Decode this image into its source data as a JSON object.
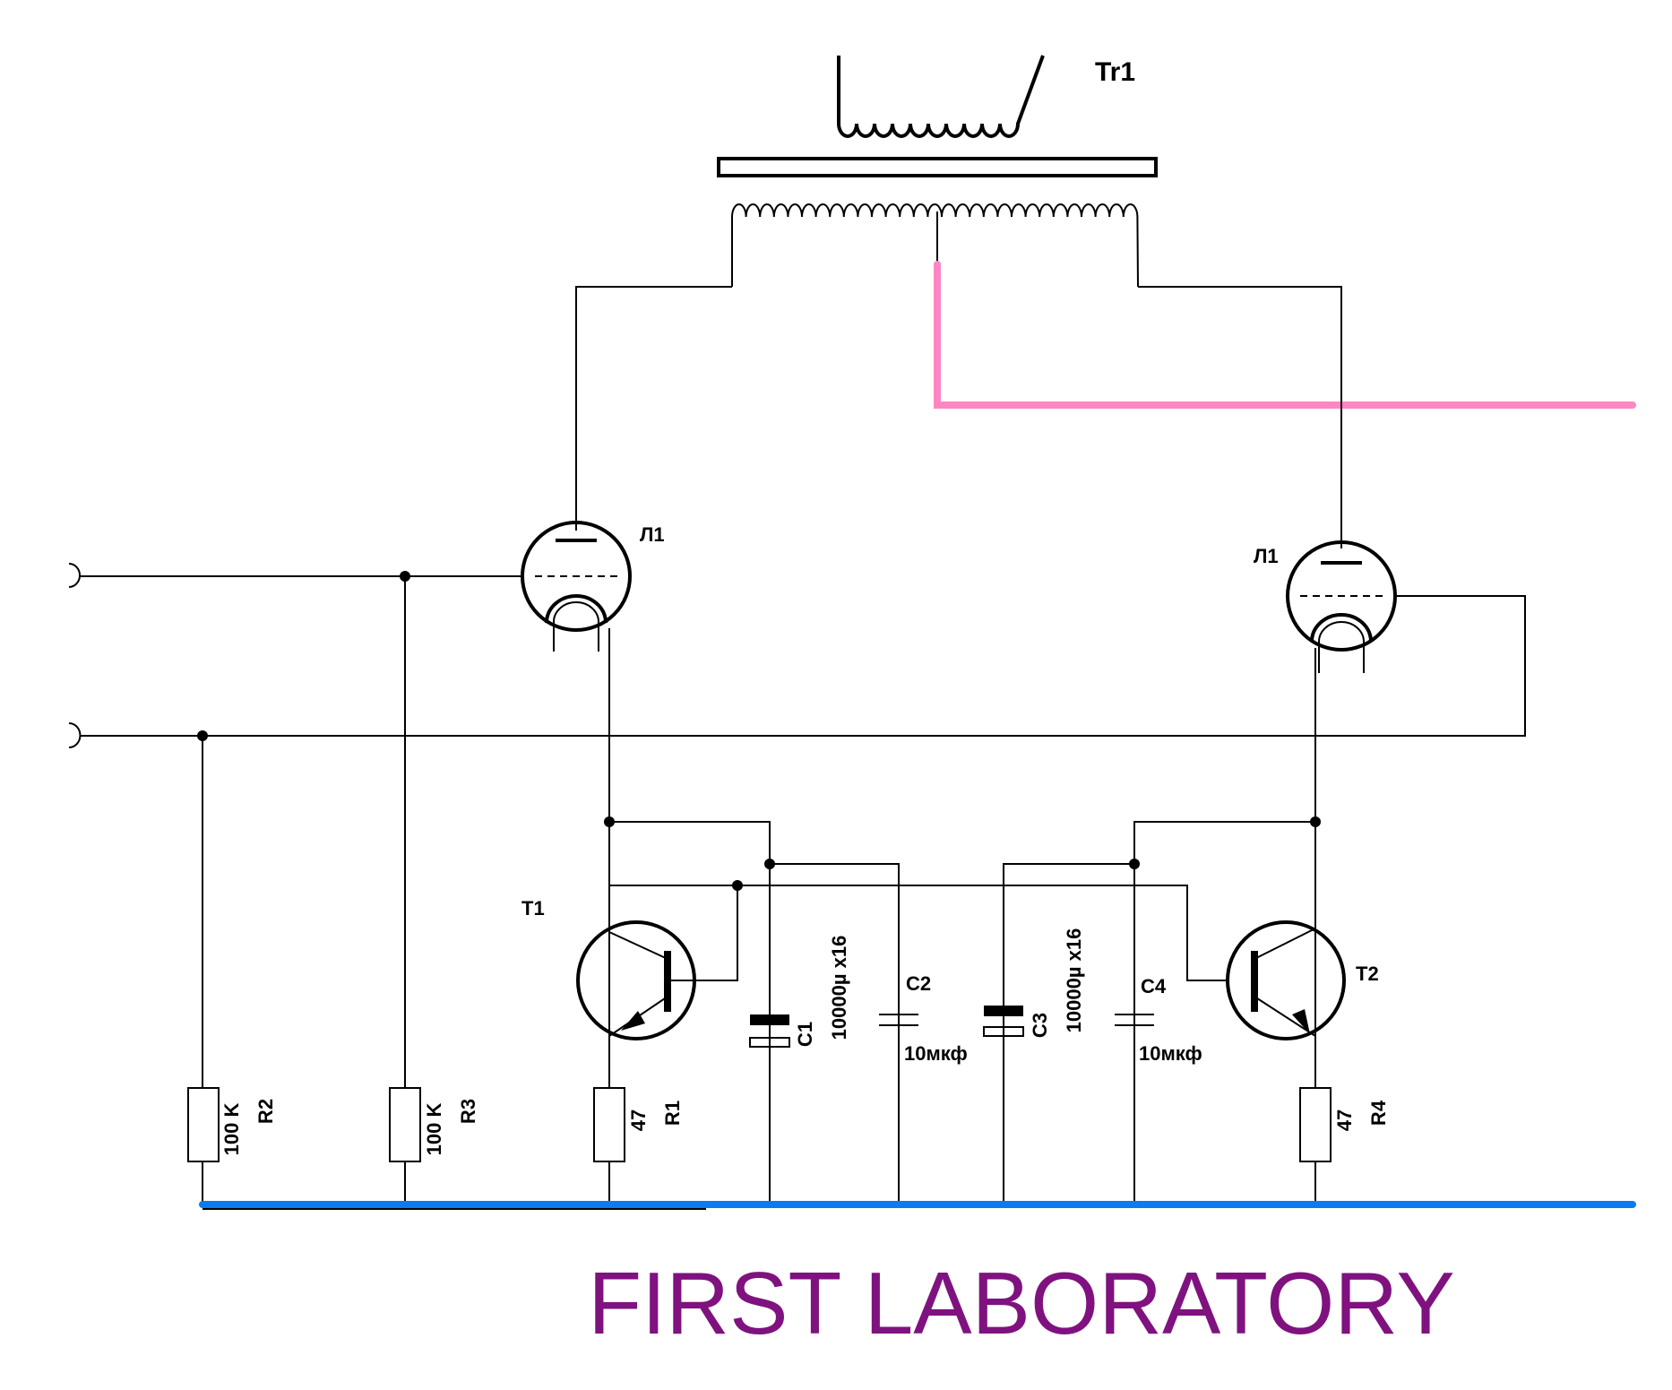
{
  "transformer": {
    "label": "Tr1"
  },
  "tubes": [
    {
      "label": "Л1"
    },
    {
      "label": "Л1"
    }
  ],
  "transistors": [
    {
      "label": "T1"
    },
    {
      "label": "T2"
    }
  ],
  "resistors": [
    {
      "ref": "R2",
      "value": "100 K"
    },
    {
      "ref": "R3",
      "value": "100 K"
    },
    {
      "ref": "R1",
      "value": "47"
    },
    {
      "ref": "R4",
      "value": "47"
    }
  ],
  "capacitors": [
    {
      "ref": "C1",
      "value": "10000µ x16"
    },
    {
      "ref": "C2",
      "value": "10мкф"
    },
    {
      "ref": "C3",
      "value": "10000µ x16"
    },
    {
      "ref": "C4",
      "value": "10мкф"
    }
  ],
  "caption": {
    "text": "FIRST LABORATORY",
    "color": "#7f127f"
  },
  "colors": {
    "output_wire": "#ff86c2",
    "ground_rail": "#0a7bf0",
    "line": "#000000"
  }
}
